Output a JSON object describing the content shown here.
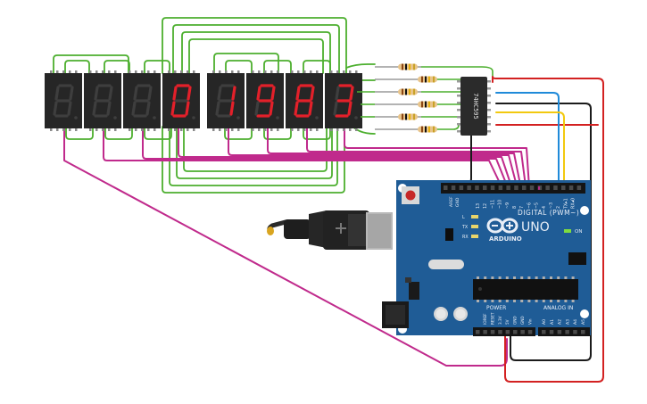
{
  "colors": {
    "background": "#ffffff",
    "wire_green": "#4caf2e",
    "wire_magenta": "#c02a8c",
    "wire_red": "#d32121",
    "wire_black": "#1b1b1b",
    "wire_blue": "#1f8ad9",
    "wire_yellow": "#f2c90f",
    "arduino_board": "#1f5c96",
    "display_body": "#262626",
    "segment_off": "#3e3e3e",
    "segment_on": "#e3202a"
  },
  "displays": [
    {
      "id": "d1",
      "digit": "8",
      "lit": false
    },
    {
      "id": "d2",
      "digit": "8",
      "lit": false
    },
    {
      "id": "d3",
      "digit": "8",
      "lit": false
    },
    {
      "id": "d4",
      "digit": "0",
      "lit": true
    },
    {
      "id": "d5",
      "digit": "1",
      "lit": true
    },
    {
      "id": "d6",
      "digit": "9",
      "lit": true
    },
    {
      "id": "d7",
      "digit": "8",
      "lit": true
    },
    {
      "id": "d8",
      "digit": "3",
      "lit": true
    }
  ],
  "shift_register": {
    "label": "74HC595"
  },
  "arduino": {
    "logo_text": "ARDUINO",
    "model": "UNO",
    "digital_label": "DIGITAL (PWM~)",
    "analog_label": "ANALOG IN",
    "power_label": "POWER",
    "aref_label": "AREF",
    "gnd_label": "GND",
    "led_labels": [
      "L",
      "TX",
      "RX"
    ],
    "on_label": "ON",
    "digital_pins": [
      "13",
      "12",
      "~11",
      "~10",
      "~9",
      "8",
      "7",
      "~6",
      "~5",
      "4",
      "~3",
      "2",
      "TX▸1",
      "RX◂0"
    ],
    "power_pins": [
      "IOREF",
      "RESET",
      "3.3V",
      "5V",
      "GND",
      "GND",
      "Vin"
    ],
    "analog_pins": [
      "A0",
      "A1",
      "A2",
      "A3",
      "A4",
      "A5"
    ]
  },
  "icons": {
    "usb_cable": "usb-cable-icon",
    "power_jack": "dc-power-jack-icon",
    "reset": "reset-button-icon",
    "resistor": "resistor-icon"
  }
}
